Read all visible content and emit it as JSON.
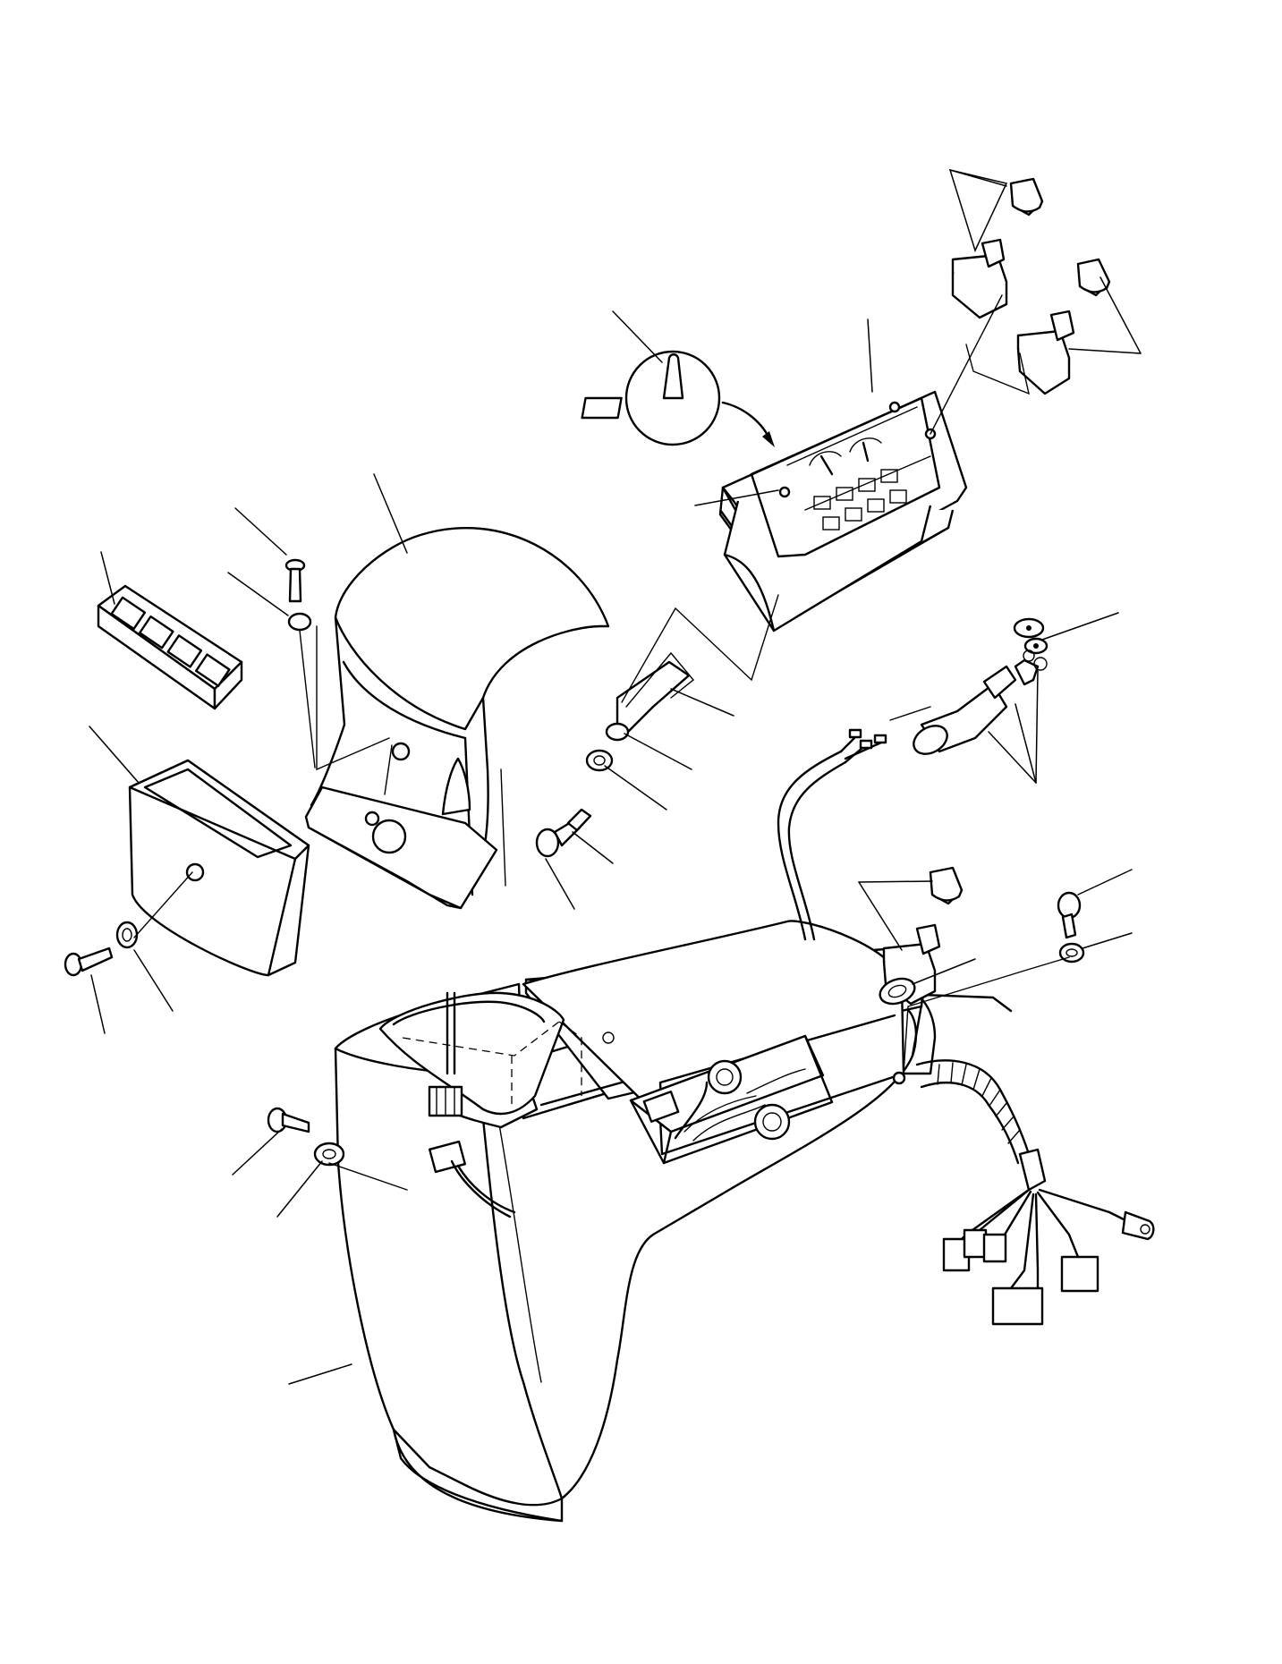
{
  "drawing": {
    "parts": [
      "main-console",
      "instrument-cluster",
      "upper-console-cover",
      "switch-bezel-box",
      "switch-panel",
      "ignition-switch",
      "toggle-switches",
      "wiring-harness",
      "fasteners"
    ]
  }
}
